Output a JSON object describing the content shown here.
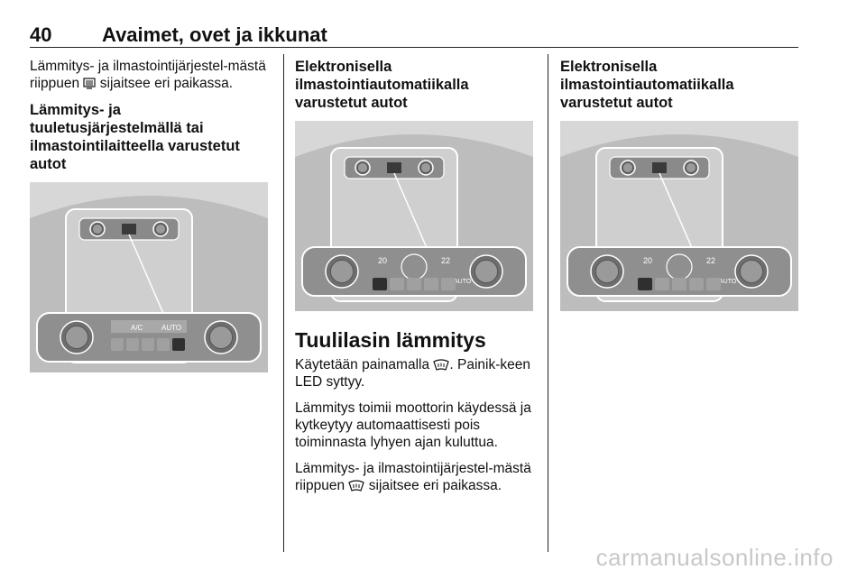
{
  "header": {
    "page_number": "40",
    "title": "Avaimet, ovet ja ikkunat"
  },
  "col1": {
    "intro": "Lämmitys- ja ilmastointijärjestel-mästä riippuen",
    "intro_tail": "sijaitsee eri paikassa.",
    "heading": "Lämmitys- ja tuuletusjärjestelmällä tai ilmastointilaitteella varustetut autot",
    "icon_name": "rear-window-heating-icon"
  },
  "col2": {
    "heading": "Elektronisella ilmastointiautomatiikalla varustetut autot",
    "section_title": "Tuulilasin lämmitys",
    "para1_pre": "Käytetään painamalla",
    "para1_post": ". Painik-keen LED syttyy.",
    "para2": "Lämmitys toimii moottorin käydessä ja kytkeytyy automaattisesti pois toiminnasta lyhyen ajan kuluttua.",
    "para3_pre": "Lämmitys- ja ilmastointijärjestel-mästä riippuen",
    "para3_post": "sijaitsee eri paikassa.",
    "icon_name": "windscreen-heating-icon"
  },
  "col3": {
    "heading": "Elektronisella ilmastointiautomatiikalla varustetut autot"
  },
  "panels": {
    "temp_left": "20",
    "temp_right": "22",
    "label_ac": "A/C",
    "label_auto": "AUTO"
  },
  "footer": {
    "watermark": "carmanualsonline.info"
  },
  "colors": {
    "photo_bg": "#bdbdbd",
    "panel": "#8f8f8f",
    "text": "#111111",
    "watermark": "#c8c8c8"
  }
}
